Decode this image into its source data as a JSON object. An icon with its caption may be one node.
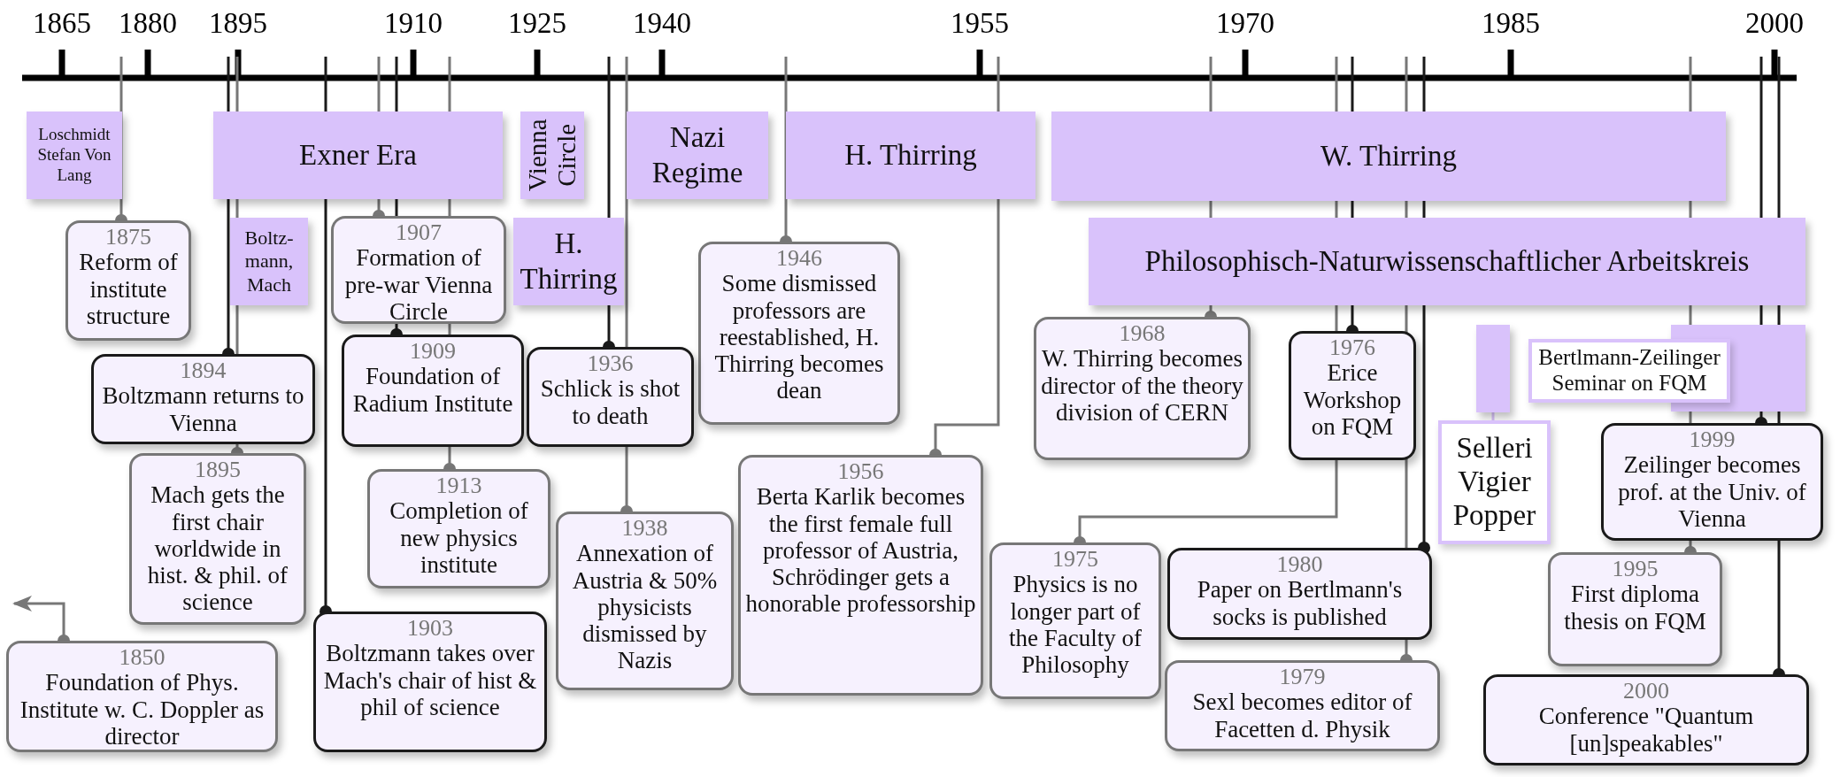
{
  "diagram": {
    "nodes": [
      {
        "text": [
          "Loschmidt Stefan Von Lang"
        ]
      },
      {
        "text": [
          "Exner Era"
        ]
      },
      {
        "text": [
          "Vienna Circle"
        ]
      },
      {
        "text": [
          "Nazi Regime"
        ]
      },
      {
        "text": [
          "H. Thirring"
        ]
      },
      {
        "text": [
          "W. Thirring"
        ]
      },
      {
        "text": [
          "Boltz-mann, Mach"
        ]
      },
      {
        "text": [
          "1875",
          "Reform of institute structure"
        ]
      },
      {
        "text": [
          "1907",
          "Formation of pre-war Vienna Circle"
        ]
      },
      {
        "text": [
          "H. Thirring"
        ]
      },
      {
        "text": [
          "Philosophisch-Naturwissenschaftlicher Arbeitskreis"
        ]
      },
      {
        "text": [
          "1946",
          "Some dismissed professors are reestablished, H. Thirring becomes dean"
        ]
      },
      {
        "text": [
          "1894",
          "Boltzmann returns to Vienna"
        ]
      },
      {
        "text": [
          "1909",
          "Foundation of Radium Institute"
        ]
      },
      {
        "text": [
          "1936",
          "Schlick is shot to death"
        ]
      },
      {
        "text": [
          "1968",
          "W. Thirring becomes director of the theory division of CERN"
        ]
      },
      {
        "text": [
          "1976",
          "Erice Workshop on FQM"
        ]
      },
      {
        "text": [],
        "shape": "bar"
      },
      {
        "text": [],
        "shape": "bar"
      },
      {
        "text": [
          "Bertlmann-Zeilinger Seminar on FQM"
        ]
      },
      {
        "text": [
          "Selleri Vigier Popper"
        ]
      },
      {
        "text": [
          "1999",
          "Zeilinger becomes prof. at the Univ. of Vienna"
        ]
      },
      {
        "text": [
          "1895",
          "Mach gets the first chair worldwide in hist. & phil. of science"
        ]
      },
      {
        "text": [
          "1913",
          "Completion of new physics institute"
        ]
      },
      {
        "text": [
          "1938",
          "Annexation of Austria & 50% physicists dismissed by Nazis"
        ]
      },
      {
        "text": [
          "1956",
          "Berta Karlik becomes the first female full professor of Austria, Schrödinger gets a honorable professorship"
        ]
      },
      {
        "text": [
          "1975",
          "Physics is no longer part of the Faculty of Philosophy"
        ]
      },
      {
        "text": [
          "1980",
          "Paper on Bertlmann's socks is published"
        ]
      },
      {
        "text": [
          "1995",
          "First diploma thesis on FQM"
        ]
      },
      {
        "text": [
          "1850",
          "Foundation of Phys. Institute w. C. Doppler as director"
        ]
      },
      {
        "text": [
          "1903",
          "Boltzmann takes over Mach's chair of hist & phil of science"
        ]
      },
      {
        "text": [
          "1979",
          "Sexl becomes editor of Facetten d. Physik"
        ]
      },
      {
        "text": [
          "2000",
          "Conference \"Quantum [un]speakables\""
        ]
      }
    ],
    "edges": [
      {
        "from": null,
        "to": 7,
        "arrow": "other"
      },
      {
        "from": null,
        "to": 12,
        "arrow": "other",
        "color": "#1a1a1a"
      },
      {
        "from": null,
        "to": 22,
        "arrow": "other"
      },
      {
        "from": null,
        "to": 30,
        "arrow": "other",
        "color": "#1a1a1a"
      },
      {
        "from": null,
        "to": 8,
        "arrow": "other"
      },
      {
        "from": null,
        "to": 13,
        "arrow": "other",
        "color": "#1a1a1a"
      },
      {
        "from": null,
        "to": 23,
        "arrow": "other"
      },
      {
        "from": null,
        "to": 14,
        "arrow": "other",
        "color": "#1a1a1a"
      },
      {
        "from": null,
        "to": 24,
        "arrow": "other"
      },
      {
        "from": null,
        "to": 11,
        "arrow": "other"
      },
      {
        "from": null,
        "to": 25,
        "arrow": "other"
      },
      {
        "from": null,
        "to": 15,
        "arrow": "other"
      },
      {
        "from": null,
        "to": 26,
        "arrow": "other"
      },
      {
        "from": null,
        "to": 16,
        "arrow": "other",
        "color": "#1a1a1a"
      },
      {
        "from": null,
        "to": 31,
        "arrow": "other"
      },
      {
        "from": null,
        "to": 27,
        "arrow": "other",
        "color": "#1a1a1a"
      },
      {
        "from": null,
        "to": 28,
        "arrow": "other"
      },
      {
        "from": null,
        "to": 21,
        "arrow": "other",
        "color": "#1a1a1a"
      },
      {
        "from": null,
        "to": 32,
        "arrow": "other",
        "color": "#1a1a1a"
      },
      {
        "from": 29,
        "to": null,
        "arrow": "to"
      },
      {
        "from": 17,
        "to": 20,
        "arrow": "none",
        "color": "#d9c2fb"
      }
    ],
    "labels": [
      "1865",
      "1880",
      "1895",
      "1910",
      "1925",
      "1940",
      "1955",
      "1970",
      "1985",
      "2000"
    ]
  }
}
